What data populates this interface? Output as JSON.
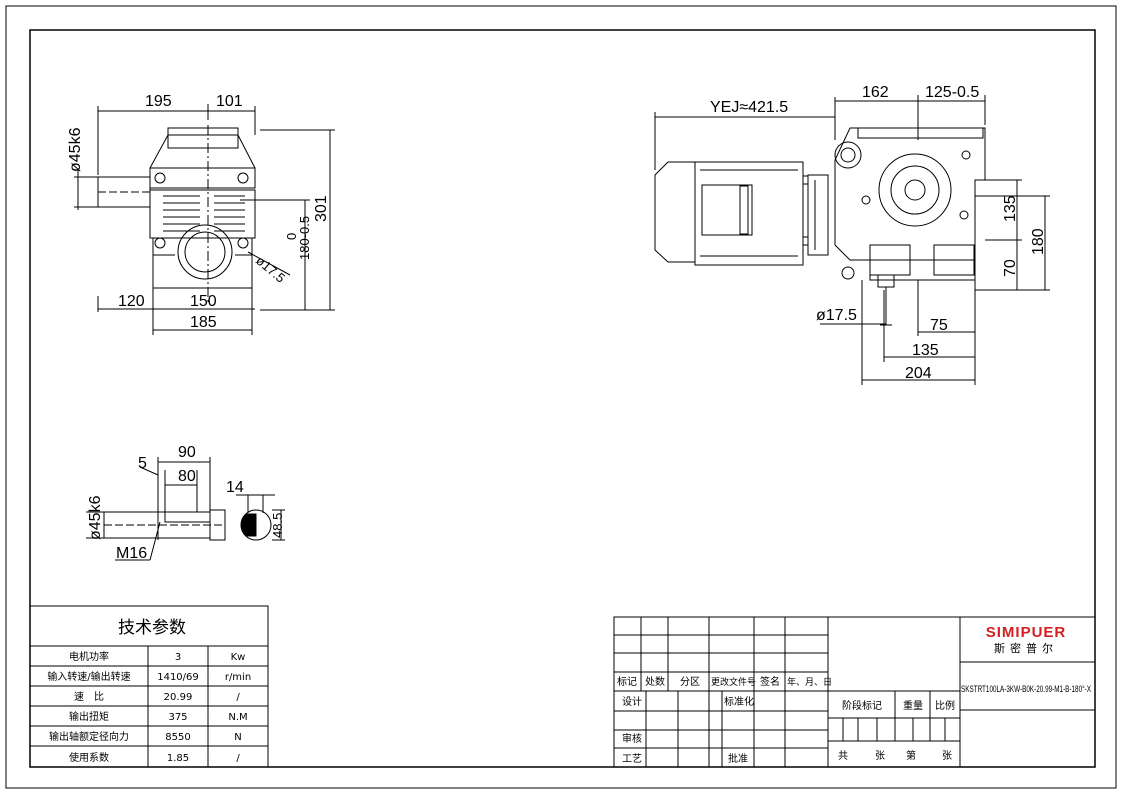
{
  "front_view": {
    "dims": [
      "195",
      "101",
      "ø45k6",
      "301",
      "0",
      "180-0.5",
      "ø17.5",
      "120",
      "150",
      "185"
    ]
  },
  "side_view": {
    "dims": [
      "YEJ≈421.5",
      "162",
      "125-0.5",
      "135",
      "180",
      "70",
      "ø17.5",
      "75",
      "135",
      "204"
    ]
  },
  "shaft_view": {
    "dims": [
      "90",
      "5",
      "80",
      "14",
      "ø45k6",
      "48.5",
      "M16"
    ]
  },
  "tech_params": {
    "title": "技术参数",
    "rows": [
      {
        "name": "电机功率",
        "value": "3",
        "unit": "Kw"
      },
      {
        "name": "输入转速/输出转速",
        "value": "1410/69",
        "unit": "r/min"
      },
      {
        "name": "速　比",
        "value": "20.99",
        "unit": "/"
      },
      {
        "name": "输出扭矩",
        "value": "375",
        "unit": "N.M"
      },
      {
        "name": "输出轴额定径向力",
        "value": "8550",
        "unit": "N"
      },
      {
        "name": "使用系数",
        "value": "1.85",
        "unit": "/"
      }
    ]
  },
  "title_block": {
    "header": [
      "标记",
      "处数",
      "分区",
      "更改文件号",
      "签名",
      "年、月、日"
    ],
    "design": "设计",
    "standard": "标准化",
    "stage": "阶段标记",
    "weight": "重量",
    "scale": "比例",
    "review": "审核",
    "process": "工艺",
    "approve": "批准",
    "total": "共",
    "sheets": "张",
    "page": "第",
    "sheets2": "张",
    "brand": "SIMIPUER",
    "brand_cn": "斯密普尔",
    "model": "SKSTRT100LA-3KW-B0K-20.99-M1-B-180°-X",
    "brand_color": "#d42020"
  }
}
